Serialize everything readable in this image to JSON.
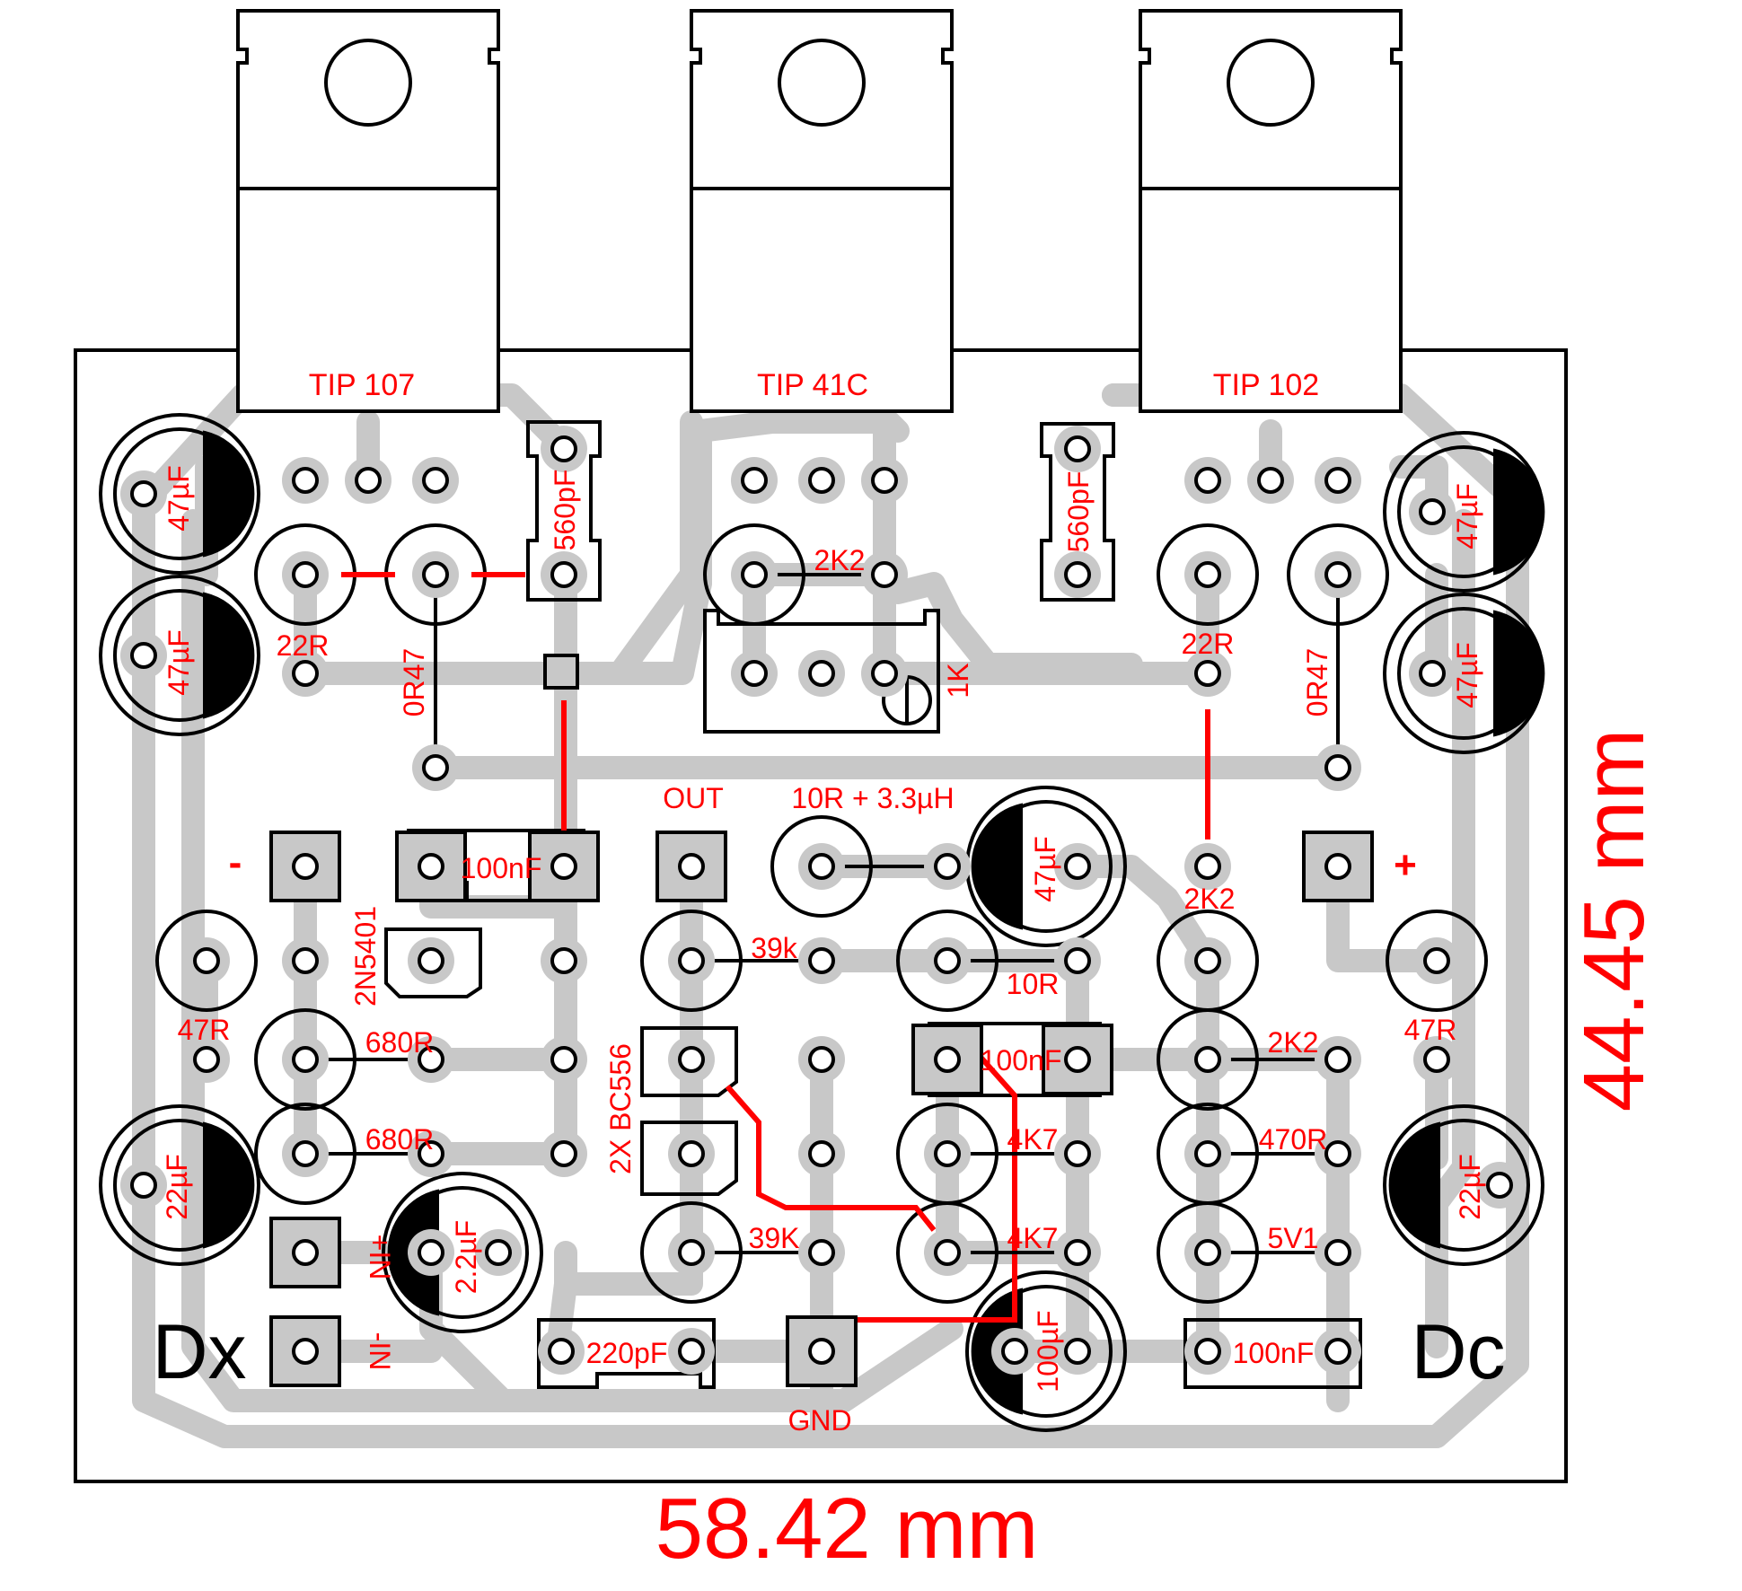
{
  "dimensions": {
    "width": "58.42 mm",
    "height": "44.45 mm"
  },
  "transistors": {
    "left": "TIP 107",
    "center": "TIP 41C",
    "right": "TIP 102"
  },
  "terminals": {
    "minus": "-",
    "plus": "+",
    "out": "OUT",
    "gnd": "GND",
    "in_plus": "+IN",
    "in_minus": "-IN"
  },
  "channel_marks": {
    "left": "Dx",
    "right": "Dc"
  },
  "labels": {
    "cap_47uF": "47µF",
    "cap_560pF": "560pF",
    "res_22R": "22R",
    "res_0R47": "0R47",
    "res_2K2": "2K2",
    "pot_1K": "1K",
    "inductor": "10R + 3.3µH",
    "cap_100nF": "100nF",
    "diode_2N5401": "2N5401",
    "res_39k_lower": "39k",
    "res_39K_upper": "39K",
    "res_10R": "10R",
    "res_47R": "47R",
    "res_680R": "680R",
    "bc556": "2X BC556",
    "res_4K7": "4K7",
    "res_470R": "470R",
    "cap_22uF": "22µF",
    "cap_2_2uF": "2.2µF",
    "zener_5V1": "5V1",
    "cap_220pF": "220pF",
    "cap_100uF": "100µF"
  },
  "colors": {
    "trace": "#c8c8c8",
    "jumper": "#ff0000",
    "outline": "#000000",
    "label": "#ff0000"
  }
}
